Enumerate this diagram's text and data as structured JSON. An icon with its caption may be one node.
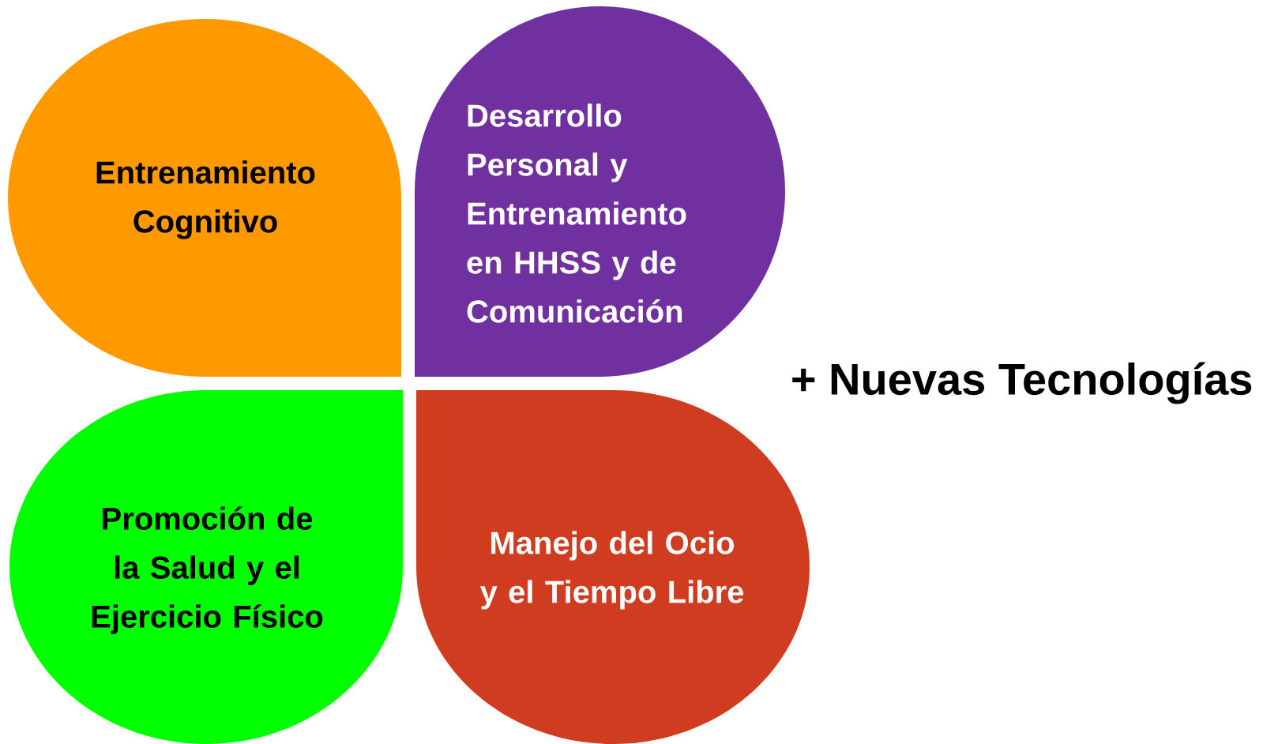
{
  "diagram": {
    "nodes": [
      {
        "text": [
          "Entrenamiento Cognitivo"
        ]
      },
      {
        "text": [
          "Desarrollo Personal y Entrenamiento en HHSS y de Comunicación"
        ]
      },
      {
        "text": [
          "Promoción de la Salud y el Ejercicio Físico"
        ]
      },
      {
        "text": [
          "Manejo del Ocio y el Tiempo Libre"
        ]
      }
    ],
    "labels": [
      "+ Nuevas Tecnologías"
    ]
  }
}
